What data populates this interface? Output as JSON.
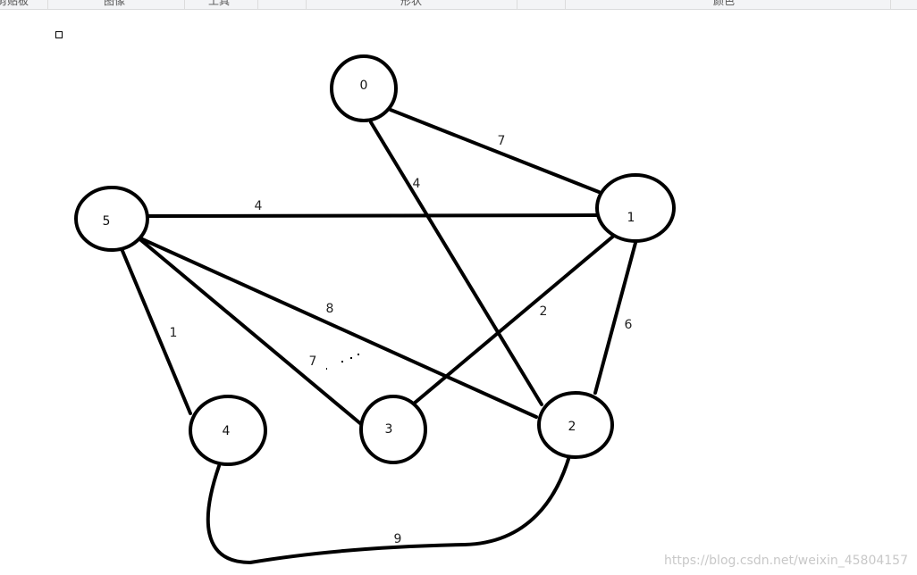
{
  "ribbon": {
    "groups": [
      "剪贴板",
      "图像",
      "工具",
      "形状",
      "颜色"
    ]
  },
  "graph": {
    "nodes": [
      "0",
      "1",
      "2",
      "3",
      "4",
      "5"
    ],
    "edges": [
      {
        "from": "0",
        "to": "1",
        "weight": "7"
      },
      {
        "from": "0",
        "to": "2",
        "weight": "4"
      },
      {
        "from": "5",
        "to": "1",
        "weight": "4"
      },
      {
        "from": "5",
        "to": "4",
        "weight": "1"
      },
      {
        "from": "5",
        "to": "3",
        "weight": "7"
      },
      {
        "from": "5",
        "to": "2",
        "weight": "8"
      },
      {
        "from": "3",
        "to": "1",
        "weight": "2"
      },
      {
        "from": "2",
        "to": "1",
        "weight": "6"
      },
      {
        "from": "4",
        "to": "2",
        "weight": "9"
      }
    ]
  },
  "watermark": "https://blog.csdn.net/weixin_45804157"
}
